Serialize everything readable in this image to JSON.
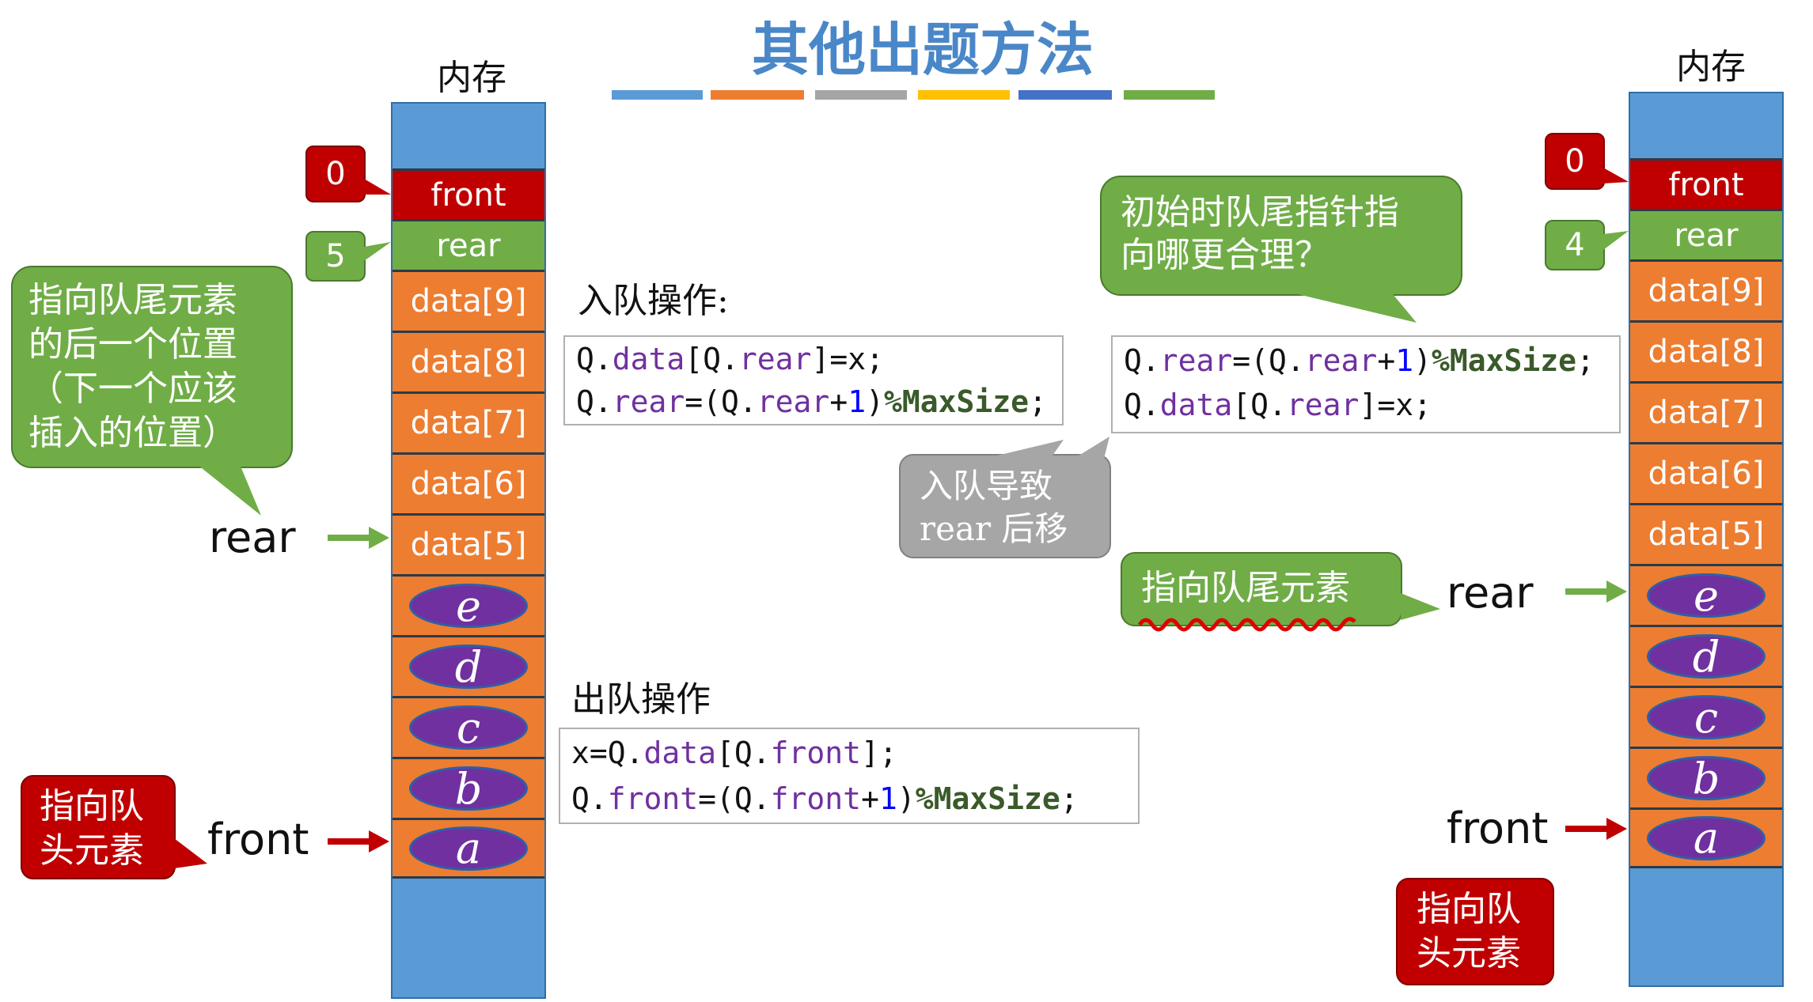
{
  "title": "其他出题方法",
  "color_bar": [
    "#5b9bd5",
    "#ed7d31",
    "#a5a5a5",
    "#ffc000",
    "#4472c4",
    "#70ad47"
  ],
  "left_diagram": {
    "memory_label": "内存",
    "front_cell": "front",
    "rear_cell": "rear",
    "front_value": "0",
    "rear_value": "5",
    "data_cells": [
      "data[9]",
      "data[8]",
      "data[7]",
      "data[6]",
      "data[5]"
    ],
    "elements": [
      "e",
      "d",
      "c",
      "b",
      "a"
    ],
    "rear_pointer_label": "rear",
    "front_pointer_label": "front",
    "rear_callout": [
      "指向队尾元素",
      "的后一个位置",
      "（下一个应该",
      "插入的位置）"
    ],
    "front_callout": [
      "指向队",
      "头元素"
    ]
  },
  "enqueue": {
    "heading": "入队操作:",
    "line1": "Q.data[Q.rear]=x;",
    "line2": "Q.rear=(Q.rear+1)%MaxSize;"
  },
  "dequeue": {
    "heading": "出队操作",
    "line1": "x=Q.data[Q.front];",
    "line2": "Q.front=(Q.front+1)%MaxSize;"
  },
  "right_code": {
    "line1": "Q.rear=(Q.rear+1)%MaxSize;",
    "line2": "Q.data[Q.rear]=x;"
  },
  "question_callout": [
    "初始时队尾指针指",
    "向哪更合理？"
  ],
  "gray_callout": [
    "入队导致",
    "rear 后移"
  ],
  "rear_element_callout": "指向队尾元素",
  "right_diagram": {
    "memory_label": "内存",
    "front_cell": "front",
    "rear_cell": "rear",
    "front_value": "0",
    "rear_value": "4",
    "data_cells": [
      "data[9]",
      "data[8]",
      "data[7]",
      "data[6]",
      "data[5]"
    ],
    "elements": [
      "e",
      "d",
      "c",
      "b",
      "a"
    ],
    "rear_pointer_label": "rear",
    "front_pointer_label": "front",
    "front_callout": [
      "指向队",
      "头元素"
    ]
  },
  "colors": {
    "front": "#c00000",
    "rear": "#70ad47",
    "data": "#ed7d31",
    "element": "#7030a0",
    "memory": "#5b9bd5"
  }
}
